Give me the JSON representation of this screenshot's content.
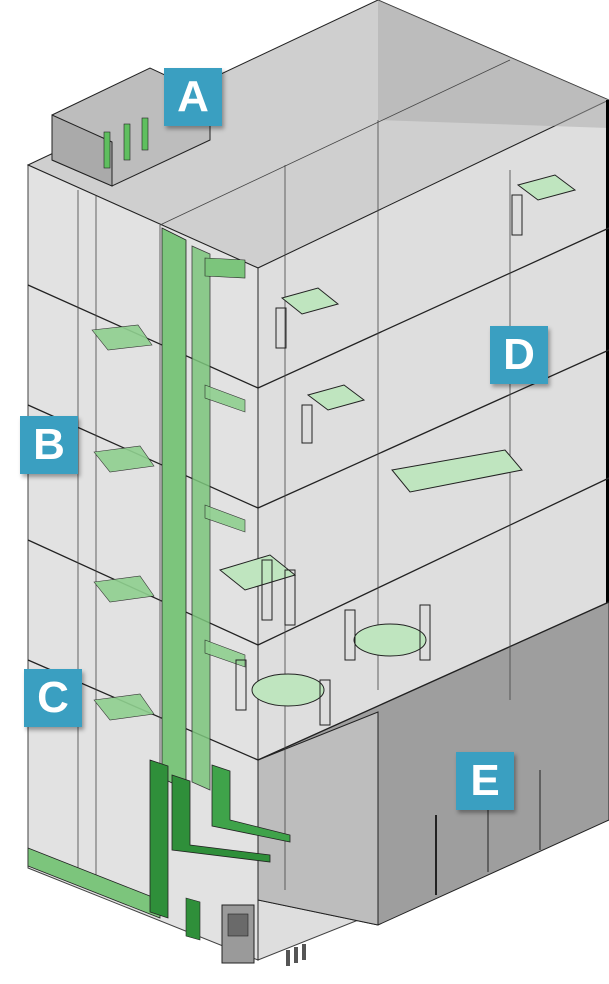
{
  "labels": {
    "a": "A",
    "b": "B",
    "c": "C",
    "d": "D",
    "e": "E"
  },
  "colors": {
    "label_bg": "#3a9fc1",
    "duct_green": "#7cc57c",
    "duct_dark_green": "#2f8f3a",
    "wall_gray": "#c8c8c8",
    "shadow_gray": "#8a8a8a"
  }
}
